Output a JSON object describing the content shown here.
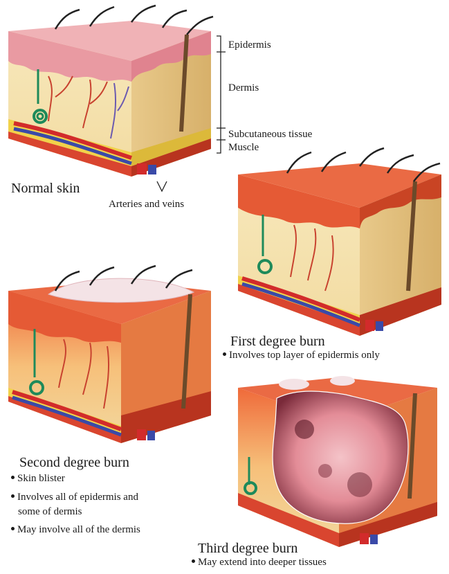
{
  "layers": {
    "epidermis": "Epidermis",
    "dermis": "Dermis",
    "subcutaneous": "Subcutaneous tissue",
    "muscle": "Muscle"
  },
  "normal": {
    "title": "Normal skin",
    "vessels": "Arteries and veins"
  },
  "first": {
    "title": "First degree burn",
    "bullets": [
      "Involves top layer of epidermis only"
    ]
  },
  "second": {
    "title": "Second degree burn",
    "bullets": [
      "Skin blister",
      "Involves all of epidermis and",
      "some of dermis",
      "May involve all of the dermis"
    ]
  },
  "third": {
    "title": "Third degree burn",
    "bullets": [
      "May extend into deeper tissues"
    ]
  },
  "colors": {
    "epidermis_normal": "#f2a8a8",
    "epidermis_burn": "#e85a35",
    "dermis": "#f6e3b0",
    "fat": "#f1d24b",
    "muscle": "#d9452f",
    "artery": "#d22b2b",
    "vein": "#3a4aa8",
    "gland": "#1e8a5a"
  }
}
